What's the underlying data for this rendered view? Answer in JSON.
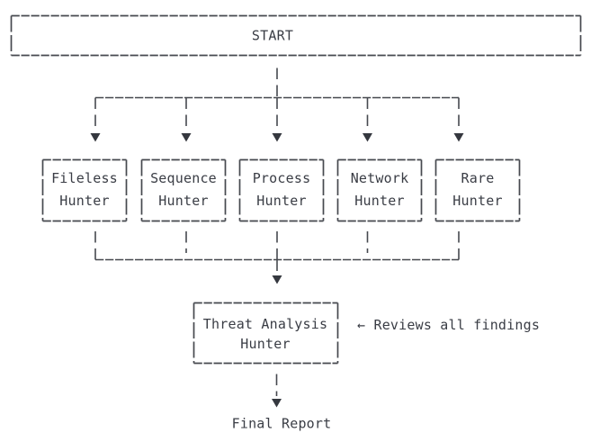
{
  "page": {
    "background_color": "#ffffff",
    "line_color": "#46494f",
    "text_color": "#3a3d45"
  },
  "flowchart": {
    "start": {
      "label": "START"
    },
    "hunters": [
      {
        "line1": "Fileless",
        "line2": "Hunter"
      },
      {
        "line1": "Sequence",
        "line2": "Hunter"
      },
      {
        "line1": "Process",
        "line2": "Hunter"
      },
      {
        "line1": "Network",
        "line2": "Hunter"
      },
      {
        "line1": "Rare",
        "line2": "Hunter"
      }
    ],
    "analysis": {
      "line1": "Threat Analysis",
      "line2": "Hunter"
    },
    "annotation": {
      "text": "← Reviews all findings"
    },
    "final": {
      "label": "Final Report"
    }
  }
}
